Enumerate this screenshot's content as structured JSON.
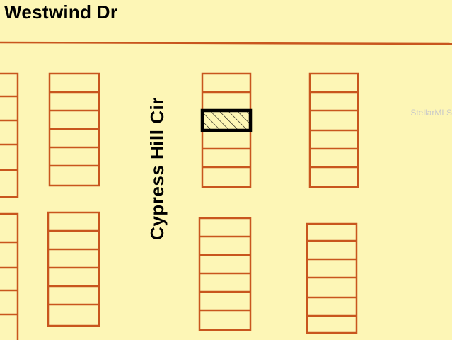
{
  "map": {
    "streets": {
      "top": "Westwind Dr",
      "vertical": "Cypress Hill Cir"
    },
    "watermark": "StellarMLS",
    "colors": {
      "background": "#fdf6b6",
      "lot_lines": "#c8561e",
      "road_line": "#c8561e",
      "highlight_outline": "#000000",
      "highlight_hatch": "#000000",
      "label_text": "#000000"
    },
    "highlighted_parcel": {
      "pattern": "diagonal-hatch"
    }
  }
}
